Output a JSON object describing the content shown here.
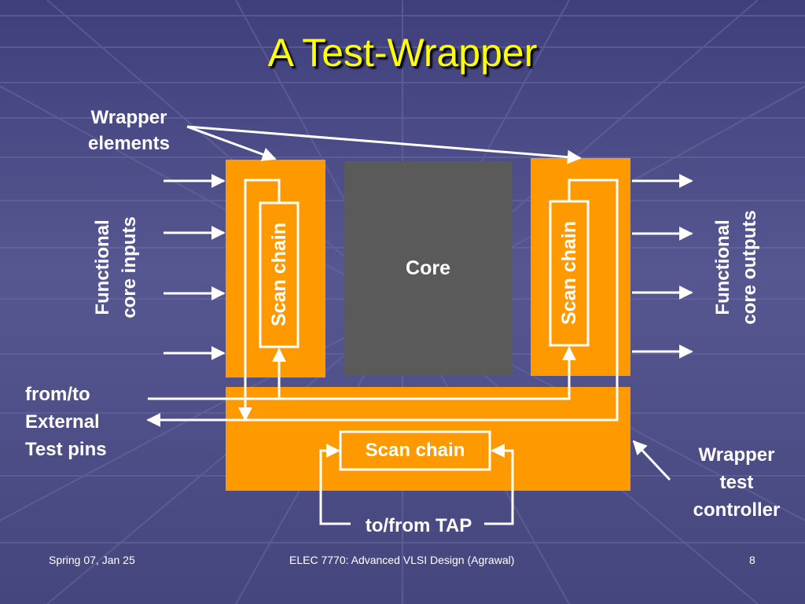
{
  "slide": {
    "title": "A Test-Wrapper",
    "labels": {
      "wrapper_elements_1": "Wrapper",
      "wrapper_elements_2": "elements",
      "functional_inputs_1": "Functional",
      "functional_inputs_2": "core inputs",
      "functional_outputs_1": "Functional",
      "functional_outputs_2": "core outputs",
      "external_1": "from/to",
      "external_2": "External",
      "external_3": "Test pins",
      "controller_1": "Wrapper",
      "controller_2": "test",
      "controller_3": "controller",
      "tap": "to/from TAP"
    },
    "blocks": {
      "core": "Core",
      "left_scan_chain": "Scan chain",
      "right_scan_chain": "Scan chain",
      "controller_scan_chain": "Scan chain"
    },
    "footer": {
      "left": "Spring 07, Jan 25",
      "center": "ELEC 7770: Advanced VLSI Design (Agrawal)",
      "page": "8"
    },
    "colors": {
      "background": "#4a4a86",
      "orange": "#ff9900",
      "core": "#5a5a5a",
      "title": "#ffff00"
    }
  }
}
